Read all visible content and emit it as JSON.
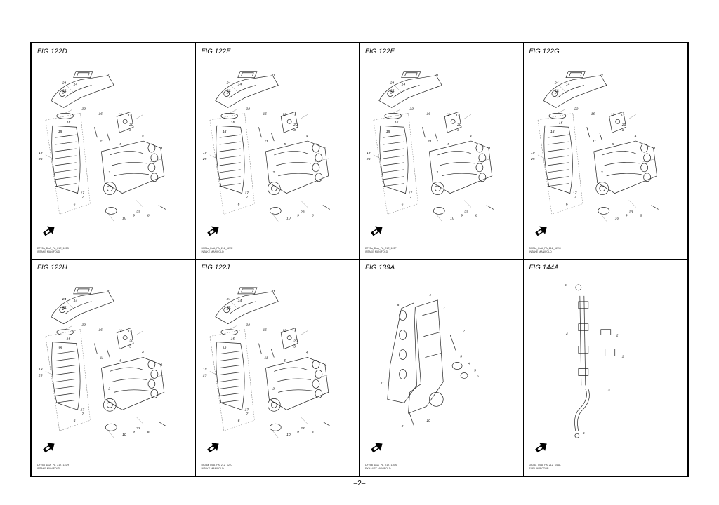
{
  "page": {
    "number": "–2–"
  },
  "panels": [
    {
      "fig": "FIG.122D",
      "cap1": "DF25a_DuA_PA_21Z_122D",
      "cap2": "INTAKE MANIFOLD",
      "type": "manifold"
    },
    {
      "fig": "FIG.122E",
      "cap1": "DF25a_DuA_PA_21Z_122E",
      "cap2": "INTAKE MANIFOLD",
      "type": "manifold"
    },
    {
      "fig": "FIG.122F",
      "cap1": "DF25a_DuA_PA_21Z_122F",
      "cap2": "INTAKE MANIFOLD",
      "type": "manifold"
    },
    {
      "fig": "FIG.122G",
      "cap1": "DF25a_DuA_PA_21Z_122G",
      "cap2": "INTAKE MANIFOLD",
      "type": "manifold"
    },
    {
      "fig": "FIG.122H",
      "cap1": "DF25a_DuA_PA_21Z_122H",
      "cap2": "INTAKE MANIFOLD",
      "type": "manifold"
    },
    {
      "fig": "FIG.122J",
      "cap1": "DF25a_DuA_PA_21Z_122J",
      "cap2": "INTAKE MANIFOLD",
      "type": "manifold"
    },
    {
      "fig": "FIG.139A",
      "cap1": "DF25a_DuA_PA_21Z_139A",
      "cap2": "EXHAUST MANIFOLD",
      "type": "exhaust"
    },
    {
      "fig": "FIG.144A",
      "cap1": "DF25a_DuA_PA_21Z_144A",
      "cap2": "FUEL INJECTOR",
      "type": "fuel"
    }
  ],
  "callouts": {
    "manifold": [
      "24",
      "26",
      "14",
      "27",
      "21",
      "22",
      "13",
      "12",
      "16",
      "20",
      "15",
      "18",
      "23",
      "19",
      "25",
      "4",
      "3",
      "11",
      "5",
      "2",
      "1",
      "17",
      "7",
      "6",
      "8",
      "9",
      "10"
    ],
    "exhaust": [
      "1",
      "2",
      "3",
      "4",
      "5",
      "6",
      "7",
      "8",
      "9",
      "10",
      "11"
    ],
    "fuel": [
      "1",
      "2",
      "3",
      "4",
      "5",
      "6"
    ]
  },
  "icons": {
    "front_arrow": "front-direction-icon"
  }
}
